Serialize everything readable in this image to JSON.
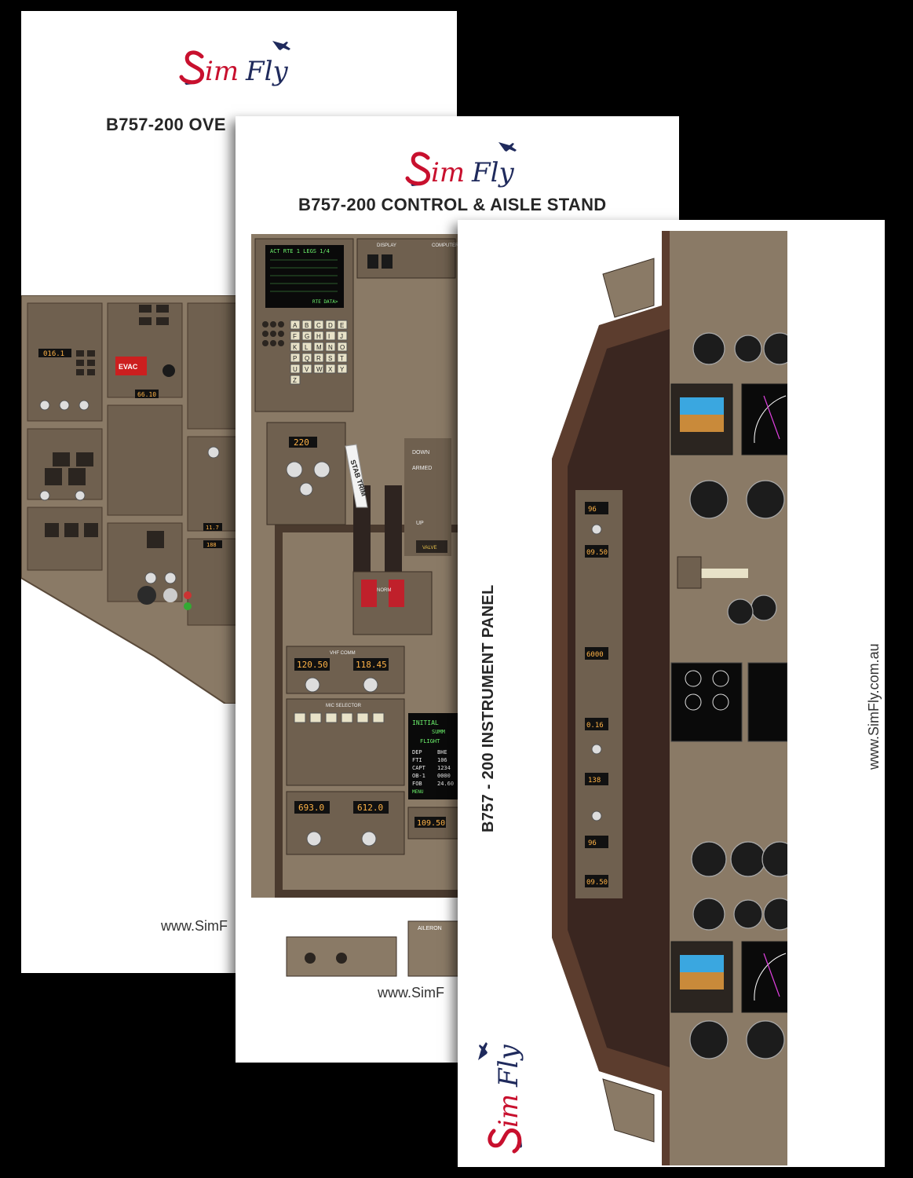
{
  "brand": {
    "name": "SimFly",
    "colors": {
      "script_red": "#c8102e",
      "script_navy": "#1f2a5c",
      "panel_brown": "#8a7a66",
      "panel_dark": "#4a3a2e",
      "glare_brown": "#5c3d2e"
    }
  },
  "sheets": {
    "overhead": {
      "title": "B757-200 OVE",
      "url": "www.SimF",
      "readouts": {
        "freq": "016.1",
        "evac": "EVAC",
        "press": "66.10",
        "altn": "11.7",
        "altn2": "188"
      }
    },
    "control": {
      "title": "B757-200 CONTROL & AISLE STAND",
      "url": "www.SimF",
      "fmc": {
        "header": "ACT RTE 1 LEGS  1/4",
        "footer": "RTE DATA>",
        "keys": [
          "A",
          "B",
          "C",
          "D",
          "E",
          "F",
          "G",
          "H",
          "I",
          "J",
          "K",
          "L",
          "M",
          "N",
          "O",
          "P",
          "Q",
          "R",
          "S",
          "T",
          "U",
          "V",
          "W",
          "X",
          "Y",
          "Z"
        ]
      },
      "labels": {
        "stab_trim": "STAB TRIM",
        "down": "DOWN",
        "armed": "ARMED",
        "up": "UP",
        "valve": "VALVE",
        "norm": "NORM",
        "vhf_comm": "VHF COMM",
        "mic_selector": "MIC SELECTOR",
        "aileron": "AILERON",
        "display": "DISPLAY",
        "computer": "COMPUTER"
      },
      "readouts": {
        "alt_sel": "220",
        "vhf_left": "120.50",
        "vhf_right": "118.45",
        "adf_left": "693.0",
        "adf_right": "612.0",
        "aux": "109.50"
      },
      "acars": {
        "title": "INITIAL",
        "sub": "SUMM",
        "flight": "FLIGHT",
        "rows": [
          {
            "k": "DEP",
            "v": "BHE"
          },
          {
            "k": "FTI",
            "v": "106"
          },
          {
            "k": "CAPT",
            "v": "1234"
          },
          {
            "k": "OB-1",
            "v": "0000"
          },
          {
            "k": "FOB",
            "v": "24.60"
          }
        ],
        "menu": "MENU"
      }
    },
    "instrument": {
      "title": "B757 - 200 INSTRUMENT PANEL",
      "url": "www.SimFly.com.au",
      "readouts": {
        "eng1": "96",
        "eng2": "09.50",
        "eng3": "6000",
        "eng4": "0.16",
        "eng5": "138",
        "eng6": "96",
        "eng7": "09.50"
      }
    }
  }
}
